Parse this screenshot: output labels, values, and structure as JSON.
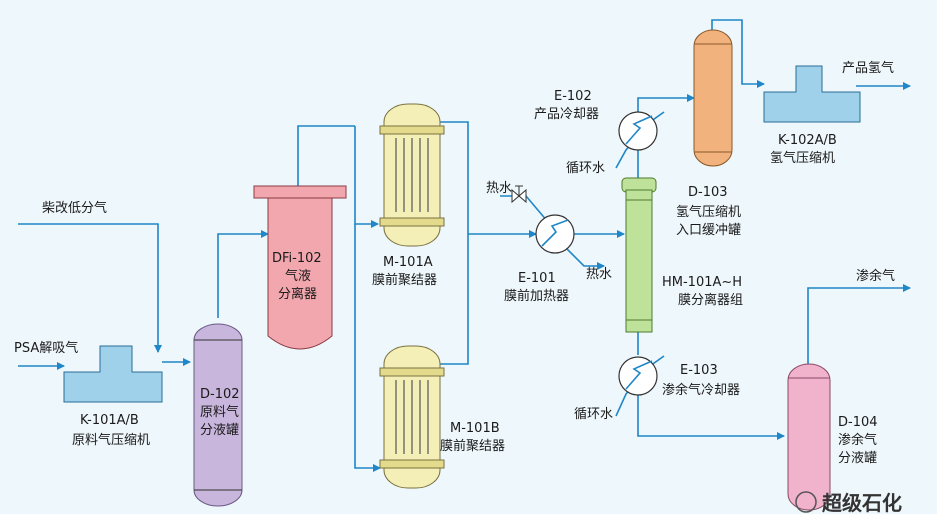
{
  "feeds": {
    "diesel_gas": "柴改低分气",
    "psa_gas": "PSA解吸气"
  },
  "equipment": {
    "k101": {
      "tag": "K-101A/B",
      "name": "原料气压缩机"
    },
    "d102": {
      "tag": "D-102",
      "name_1": "原料气",
      "name_2": "分液罐"
    },
    "dfi102": {
      "tag": "DFi-102",
      "name_1": "气液",
      "name_2": "分离器"
    },
    "m101a": {
      "tag": "M-101A",
      "name": "膜前聚结器"
    },
    "m101b": {
      "tag": "M-101B",
      "name": "膜前聚结器"
    },
    "e101": {
      "tag": "E-101",
      "name": "膜前加热器"
    },
    "hm101": {
      "tag": "HM-101A~H",
      "name": "膜分离器组"
    },
    "e102": {
      "tag": "E-102",
      "name": "产品冷却器"
    },
    "d103": {
      "tag": "D-103",
      "name_1": "氢气压缩机",
      "name_2": "入口缓冲罐"
    },
    "k102": {
      "tag": "K-102A/B",
      "name": "氢气压缩机"
    },
    "e103": {
      "tag": "E-103",
      "name": "渗余气冷却器"
    },
    "d104": {
      "tag": "D-104",
      "name_1": "渗余气",
      "name_2": "分液罐"
    }
  },
  "streams": {
    "hot_water_in": "热水",
    "hot_water_out": "热水",
    "cooling_water_e102": "循环水",
    "cooling_water_e103": "循环水",
    "product_h2": "产品氢气",
    "retentate_gas": "渗余气"
  },
  "watermark": "超级石化",
  "colors": {
    "pipe": "#1f86c8",
    "compressor": "#9fd1ea",
    "d102": "#c9b6dd",
    "dfi102": "#f2a7ae",
    "coalescer": "#f4efb6",
    "membrane": "#bfe29b",
    "d103": "#f2b27d",
    "d104": "#f1b2cc"
  }
}
